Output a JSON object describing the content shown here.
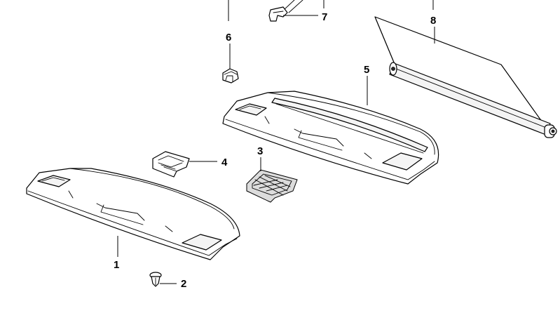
{
  "diagram": {
    "callouts": [
      {
        "id": "1",
        "label": "1"
      },
      {
        "id": "2",
        "label": "2"
      },
      {
        "id": "3",
        "label": "3"
      },
      {
        "id": "4",
        "label": "4"
      },
      {
        "id": "5",
        "label": "5"
      },
      {
        "id": "6",
        "label": "6"
      },
      {
        "id": "7",
        "label": "7"
      },
      {
        "id": "8",
        "label": "8"
      }
    ],
    "parts": [
      {
        "callout": "1",
        "icon": "rear-parcel-shelf"
      },
      {
        "callout": "2",
        "icon": "expanding-rivet"
      },
      {
        "callout": "3",
        "icon": "speaker-grille-mesh"
      },
      {
        "callout": "4",
        "icon": "speaker-cover"
      },
      {
        "callout": "5",
        "icon": "rear-parcel-shelf-with-blind-slot"
      },
      {
        "callout": "6",
        "icon": "clip"
      },
      {
        "callout": "7",
        "icon": "hook-bracket"
      },
      {
        "callout": "8",
        "icon": "roller-sunblind"
      }
    ]
  }
}
